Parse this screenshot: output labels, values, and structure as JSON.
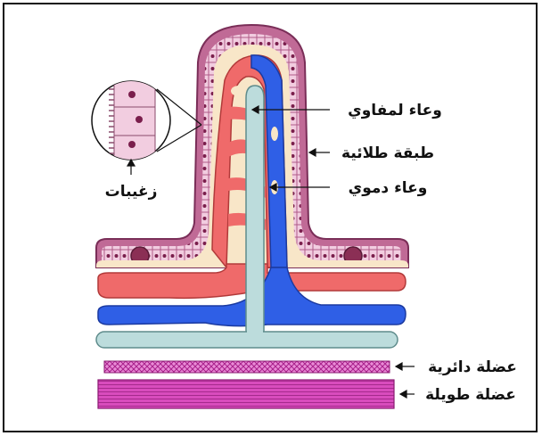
{
  "diagram": {
    "labels": {
      "lymph_vessel": "وعاء لمفاوي",
      "epithelium": "طبقة طلائية",
      "blood_vessel": "وعاء دموي",
      "microvilli": "زغيبات",
      "circular_muscle": "عضلة دائرية",
      "longitudinal_muscle": "عضلة طويلة"
    },
    "colors": {
      "epithelium": "#c06a96",
      "epithelium_cell": "#f2cde0",
      "nucleus": "#7a1e4c",
      "artery": "#ef6a6a",
      "vein": "#2f5fe6",
      "lacteal": "#bcdcdc",
      "connective": "#f8e6c8",
      "circular_muscle": "#e76fcb",
      "longitudinal_muscle": "#d23fb6"
    }
  }
}
